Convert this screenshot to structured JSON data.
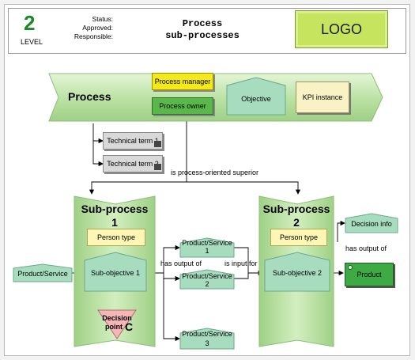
{
  "header": {
    "level_number": "2",
    "level_label": "LEVEL",
    "status_label": "Status:",
    "approved_label": "Approved:",
    "responsible_label": "Responsible:",
    "title_line1": "Process",
    "title_line2": "sub-processes",
    "logo": "LOGO"
  },
  "process": {
    "label": "Process",
    "manager": "Process manager",
    "owner": "Process owner",
    "objective": "Objective",
    "kpi": "KPI instance"
  },
  "terms": {
    "term1": "Technical term 1",
    "term2": "Technical term 2",
    "superior_label": "is process-oriented superior"
  },
  "subprocess1": {
    "title_line1": "Sub-process",
    "title_line2": "1",
    "person_type": "Person type",
    "objective": "Sub-objective 1",
    "decision_line1": "Decision",
    "decision_line2": "point"
  },
  "subprocess2": {
    "title_line1": "Sub-process",
    "title_line2": "2",
    "person_type": "Person type",
    "objective": "Sub-objective 2"
  },
  "products": {
    "input": "Product/Service",
    "ps1_line1": "Product/Service",
    "ps1_line2": "1",
    "ps2_line1": "Product/Service",
    "ps2_line2": "2",
    "ps3_line1": "Product/Service",
    "ps3_line2": "3",
    "decision_info": "Decision info",
    "product": "Product"
  },
  "edges": {
    "has_output_of_1": "has output of",
    "is_input_for": "is input for",
    "has_output_of_2": "has output of"
  },
  "colors": {
    "level_green": "#1a8a2a",
    "process_green": "#bde3a6",
    "dark_green_box": "#5ab84b",
    "yellow": "#f4ea1a",
    "pale_yellow": "#fdf6b4",
    "mint": "#a8dcbf",
    "logo_green": "#c6e45e"
  }
}
